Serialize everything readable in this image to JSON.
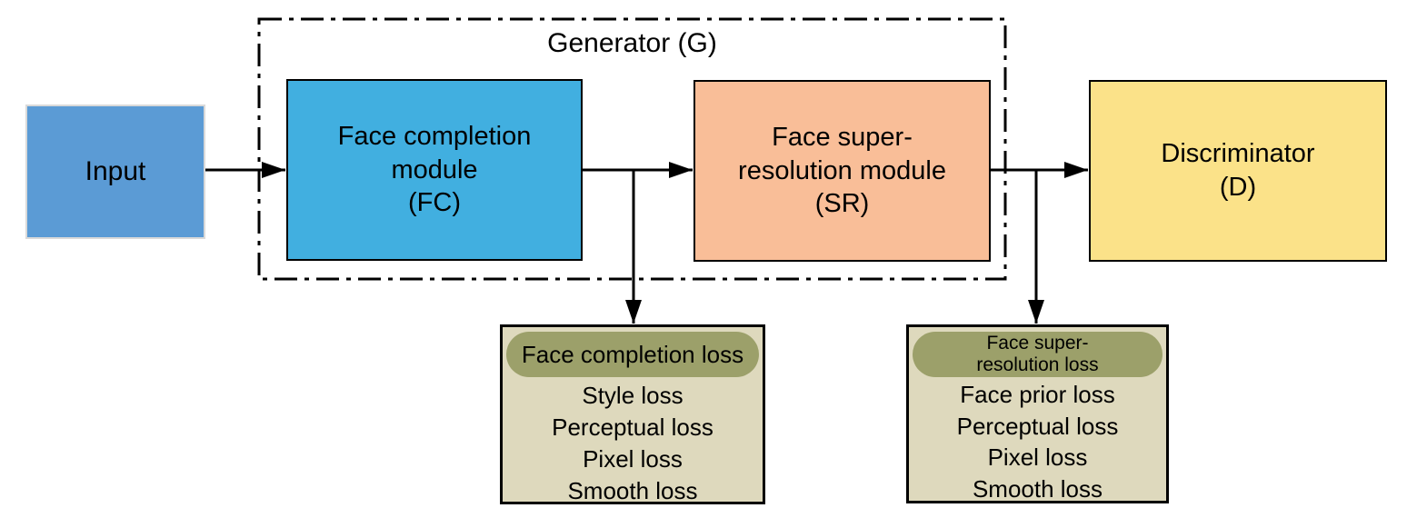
{
  "figure": {
    "background_color": "#ffffff",
    "line_color": "#000000",
    "input": {
      "label": "Input",
      "fill_color": "#5B9BD5",
      "border_color": "#D9D9D9"
    },
    "generator": {
      "title": "Generator (G)",
      "frame_style": "dash-dot"
    },
    "modules": {
      "fc": {
        "name": "Face completion\nmodule",
        "abbrev": "(FC)",
        "fill_color": "#41AFE0"
      },
      "sr": {
        "name": "Face super-\nresolution module",
        "abbrev": "(SR)",
        "fill_color": "#F9BE98"
      },
      "discriminator": {
        "name": "Discriminator",
        "abbrev": "(D)",
        "fill_color": "#FBE289"
      }
    },
    "losses": {
      "panel_color": "#DED9BD",
      "pill_color": "#9CA06A",
      "fc": {
        "header": "Face completion loss",
        "items": [
          "Style loss",
          "Perceptual loss",
          "Pixel loss",
          "Smooth loss"
        ]
      },
      "sr": {
        "header": "Face super-\nresolution loss",
        "items": [
          "Face prior loss",
          "Perceptual loss",
          "Pixel loss",
          "Smooth loss"
        ]
      }
    }
  }
}
